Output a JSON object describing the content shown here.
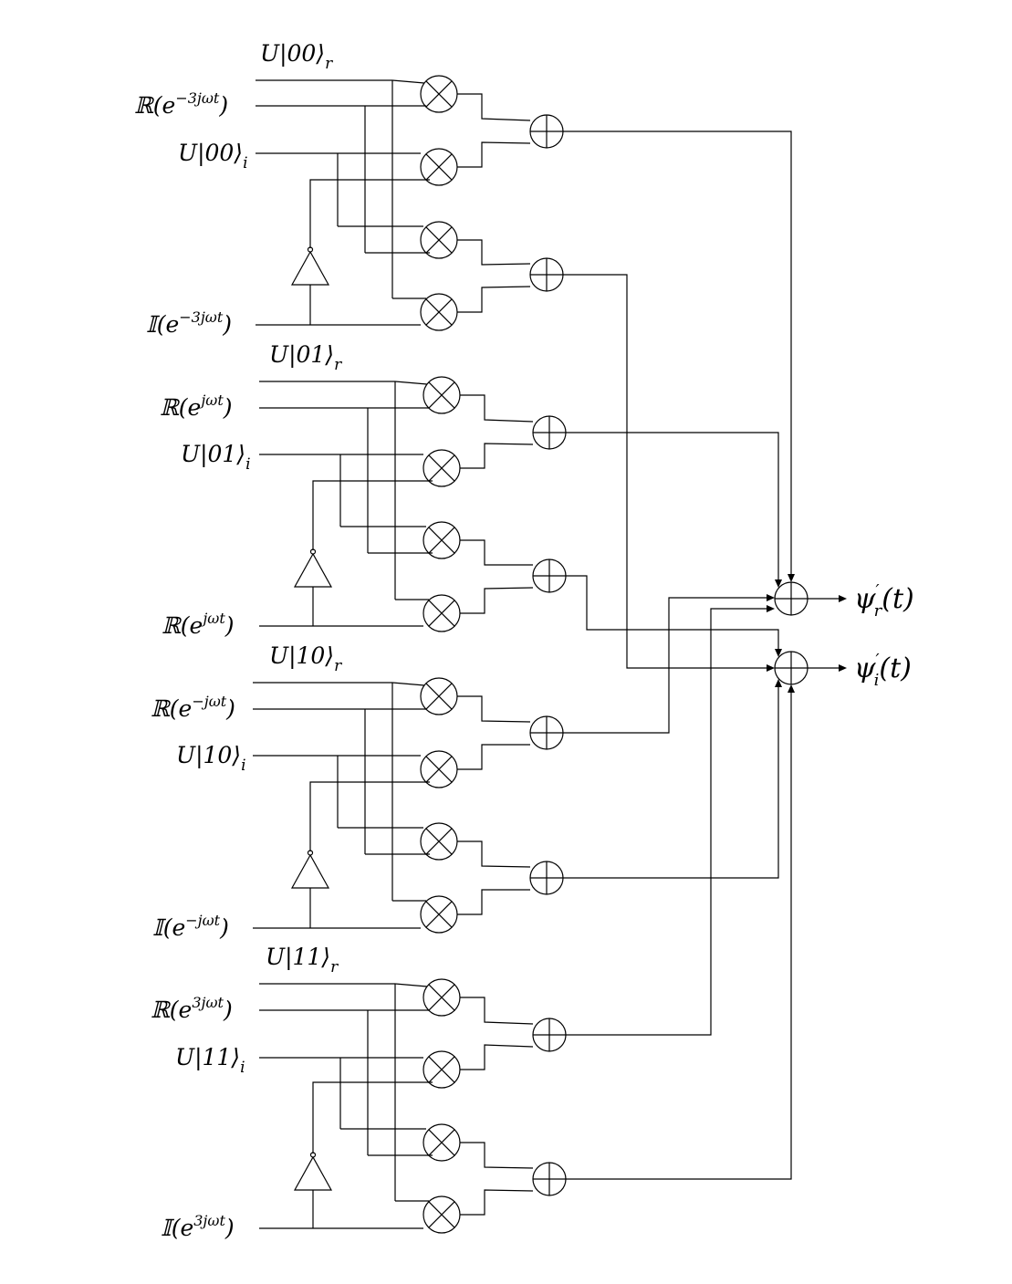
{
  "diagram": {
    "line_color": "#000000",
    "background": "#ffffff",
    "blocks": [
      {
        "id": "00",
        "labels": [
          {
            "base": "U|00⟩",
            "sup": "",
            "sub": "r"
          },
          {
            "base": "ℝ(e",
            "sup": "−3jωt",
            "tail": ")"
          },
          {
            "base": "U|00⟩",
            "sup": "",
            "sub": "i"
          },
          {
            "base": "𝕀(e",
            "sup": "−3jωt",
            "tail": ")"
          }
        ]
      },
      {
        "id": "01",
        "labels": [
          {
            "base": "U|01⟩",
            "sup": "",
            "sub": "r"
          },
          {
            "base": "ℝ(e",
            "sup": "jωt",
            "tail": ")"
          },
          {
            "base": "U|01⟩",
            "sup": "",
            "sub": "i"
          },
          {
            "base": "ℝ(e",
            "sup": "jωt",
            "tail": ")"
          }
        ]
      },
      {
        "id": "10",
        "labels": [
          {
            "base": "U|10⟩",
            "sup": "",
            "sub": "r"
          },
          {
            "base": "ℝ(e",
            "sup": "−jωt",
            "tail": ")"
          },
          {
            "base": "U|10⟩",
            "sup": "",
            "sub": "i"
          },
          {
            "base": "𝕀(e",
            "sup": "−jωt",
            "tail": ")"
          }
        ]
      },
      {
        "id": "11",
        "labels": [
          {
            "base": "U|11⟩",
            "sup": "",
            "sub": "r"
          },
          {
            "base": "ℝ(e",
            "sup": "3jωt",
            "tail": ")"
          },
          {
            "base": "U|11⟩",
            "sup": "",
            "sub": "i"
          },
          {
            "base": "𝕀(e",
            "sup": "3jωt",
            "tail": ")"
          }
        ]
      }
    ],
    "outputs": {
      "real": {
        "base": "ψ",
        "sup": "′",
        "sub": "r",
        "tail": "(t)"
      },
      "imag": {
        "base": "ψ",
        "sup": "′",
        "sub": "i",
        "tail": "(t)"
      }
    },
    "symbols": {
      "multiplier": "multiplier-icon",
      "adder": "adder-icon",
      "inverter": "inverter-icon",
      "arrow": "arrow-icon"
    }
  }
}
